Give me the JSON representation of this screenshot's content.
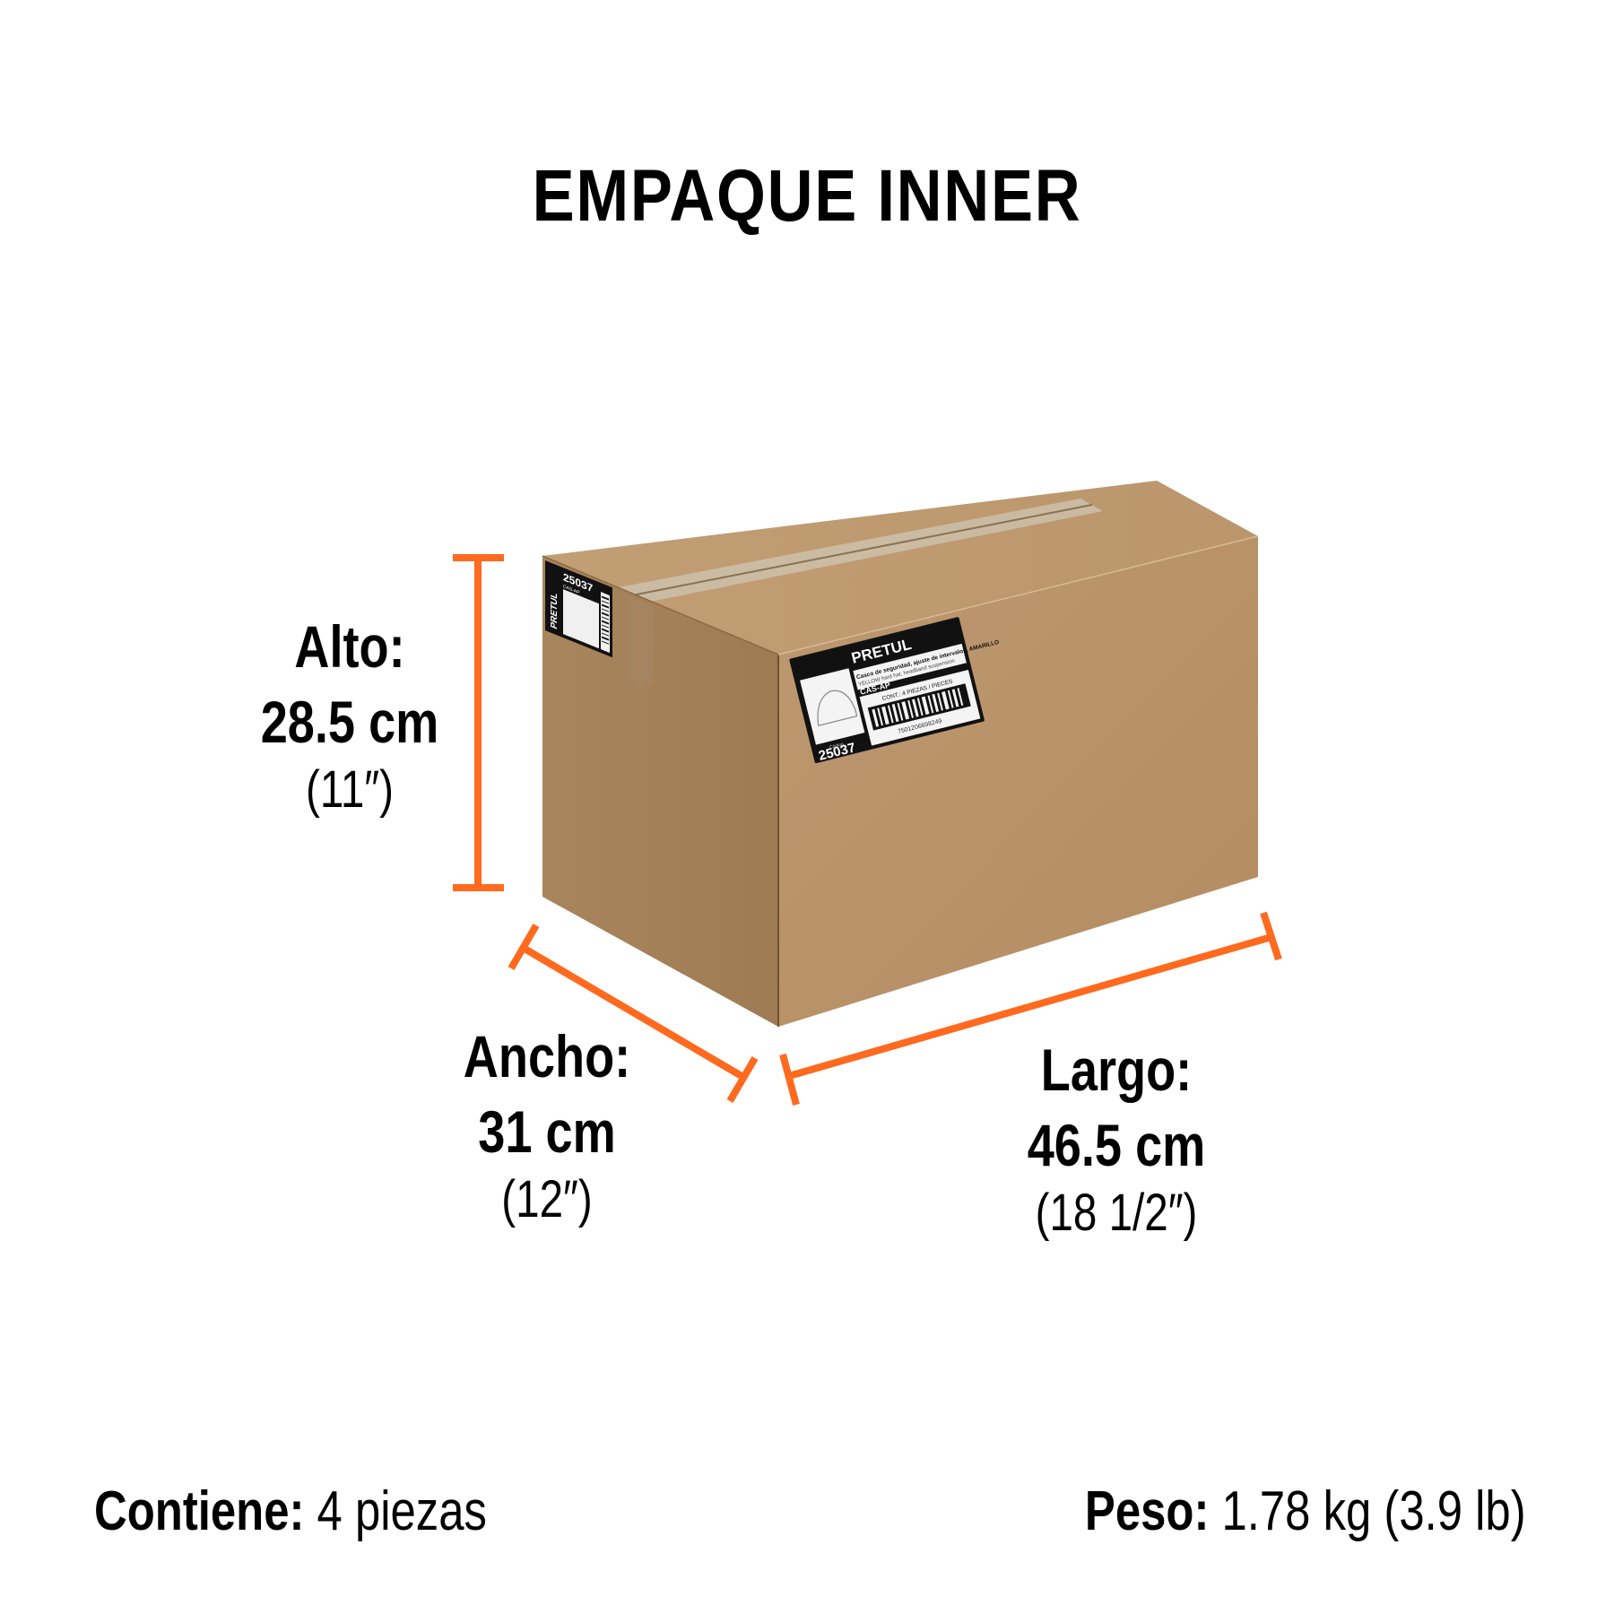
{
  "title": "EMPAQUE INNER",
  "accent_color": "#ff6a1f",
  "box_color": "#b9936a",
  "dimensions": {
    "alto": {
      "label": "Alto:",
      "metric": "28.5 cm",
      "imperial": "(11″)"
    },
    "ancho": {
      "label": "Ancho:",
      "metric": "31 cm",
      "imperial": "(12″)"
    },
    "largo": {
      "label": "Largo:",
      "metric": "46.5 cm",
      "imperial": "(18 1/2″)"
    }
  },
  "footer": {
    "contiene_label": "Contiene:",
    "contiene_value": " 4 piezas",
    "peso_label": "Peso:",
    "peso_value": " 1.78 kg (3.9 lb)"
  },
  "box_label": {
    "brand": "PRETUL",
    "desc_es": "Casco de seguridad, ajuste de intervalos, AMARILLO",
    "desc_en": "YELLOW hard hat, headband suspension",
    "clave_label": "Clave",
    "clave": "CAS-AP",
    "cont": "CONT.: 4 PIEZAS / PIECES",
    "barcode_number": "7501206698249",
    "codigo_label": "Código",
    "codigo": "25037"
  },
  "side_label": {
    "brand": "PRETUL",
    "codigo": "25037",
    "clave": "CAS-AP"
  }
}
